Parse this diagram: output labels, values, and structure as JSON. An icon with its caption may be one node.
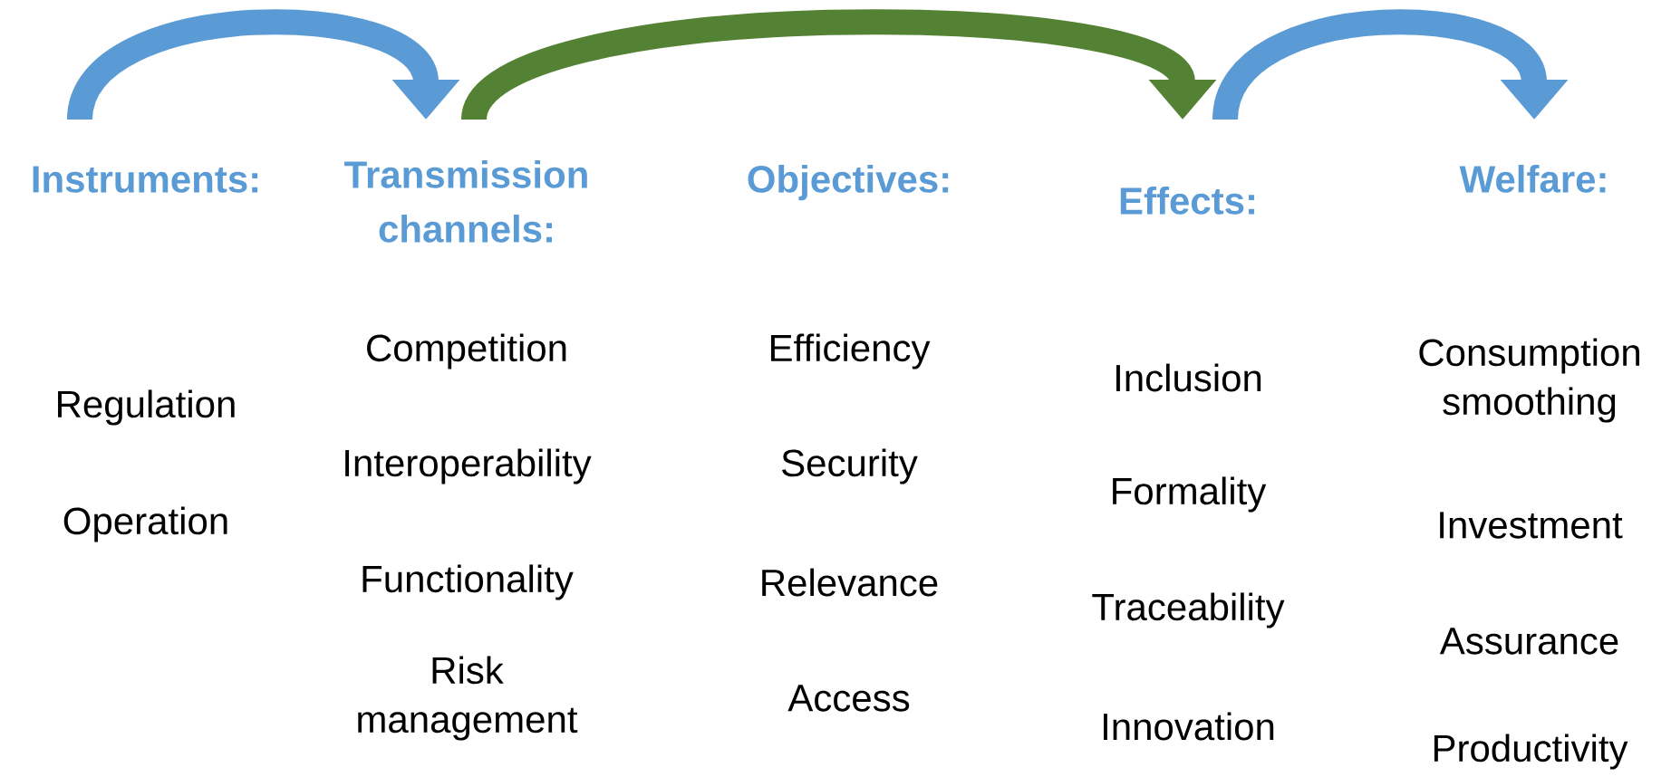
{
  "diagram": {
    "nodes": [
      {
        "text": [
          "Instruments:"
        ]
      },
      {
        "text": [
          "Transmission channels:"
        ]
      },
      {
        "text": [
          "Objectives:"
        ]
      },
      {
        "text": [
          "Effects:"
        ]
      },
      {
        "text": [
          "Welfare:"
        ]
      }
    ],
    "edges": [
      {
        "from": 0,
        "to": 1,
        "arrow": "to"
      },
      {
        "from": 1,
        "to": 3,
        "arrow": "to",
        "color": "#548235"
      },
      {
        "from": 3,
        "to": 4,
        "arrow": "to"
      }
    ],
    "labels": [
      "Regulation",
      "Operation",
      "Competition",
      "Interoperability",
      "Functionality",
      "Risk management",
      "Efficiency",
      "Security",
      "Relevance",
      "Access",
      "Inclusion",
      "Formality",
      "Traceability",
      "Innovation",
      "Consumption smoothing",
      "Investment",
      "Assurance",
      "Productivity"
    ]
  }
}
